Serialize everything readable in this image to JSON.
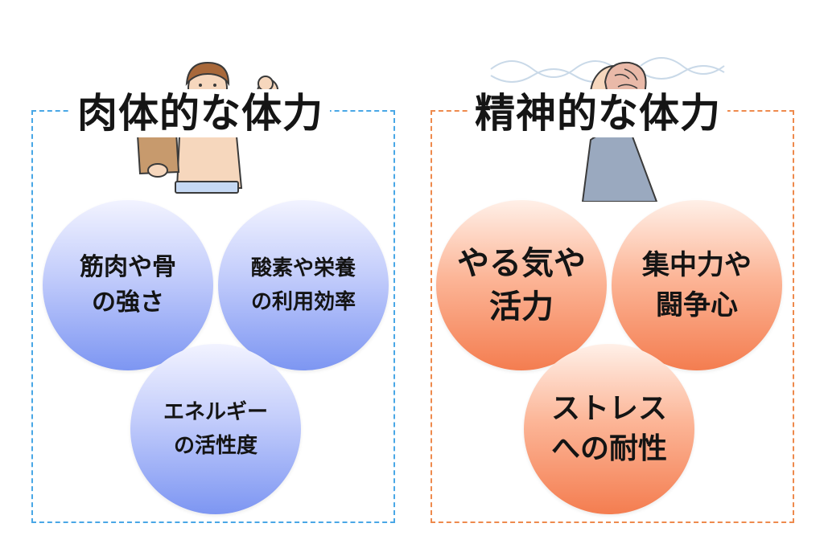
{
  "physical": {
    "title": "肉体的な体力",
    "items": [
      {
        "label": "筋肉や骨\nの強さ"
      },
      {
        "label": "酸素や栄養\nの利用効率"
      },
      {
        "label": "エネルギー\nの活性度"
      }
    ],
    "accent_color": "#49a7e6",
    "illustration": "flexing-man-with-grocery-bag"
  },
  "mental": {
    "title": "精神的な体力",
    "items": [
      {
        "label": "やる気や\n活力"
      },
      {
        "label": "集中力や\n闘争心"
      },
      {
        "label": "ストレス\nへの耐性"
      }
    ],
    "accent_color": "#ee8a4d",
    "illustration": "man-with-brain-and-waves"
  }
}
